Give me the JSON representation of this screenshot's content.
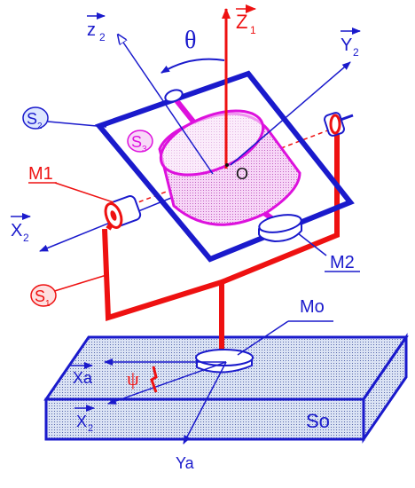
{
  "colors": {
    "blue": "#1a1acc",
    "red": "#ee1111",
    "magenta": "#dd11dd",
    "pink_fill": "#f4c6f4",
    "base_fill": "#cfd9ee"
  },
  "labels": {
    "z1": "Z",
    "z1_sub": "1",
    "z2": "z",
    "z2_sub": "2",
    "y2": "Y",
    "y2_sub": "2",
    "theta": "θ",
    "s2": "S",
    "s2_sub": "2",
    "s3": "S",
    "s3_sub": "3",
    "o": "O",
    "m1": "M1",
    "x2_top": "X",
    "x2_top_sub": "2",
    "s1": "S",
    "s1_sub": "1",
    "m2": "M2",
    "mo": "Mo",
    "xa": "Xa",
    "psi": "ψ",
    "x2_bottom": "X",
    "x2_bottom_sub": "2",
    "so": "So",
    "ya": "Ya"
  }
}
